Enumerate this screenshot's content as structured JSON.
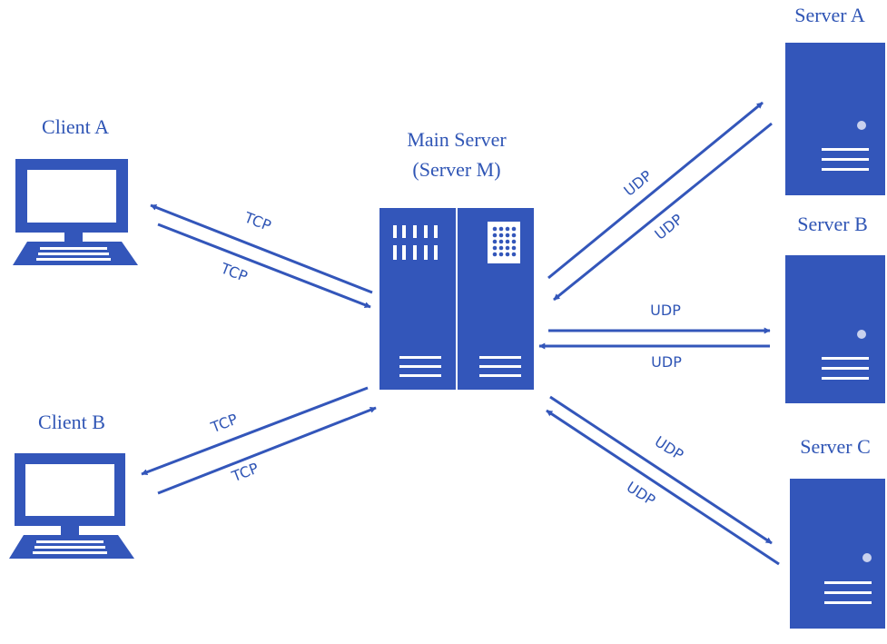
{
  "colors": {
    "accent": "#3356ba",
    "text": "#2f55b5",
    "detail": "#ffffff",
    "led": "#c9d1ee"
  },
  "nodes": {
    "client_a": {
      "label": "Client A",
      "icon": "laptop-icon"
    },
    "client_b": {
      "label": "Client B",
      "icon": "laptop-icon"
    },
    "main_server": {
      "label_line1": "Main Server",
      "label_line2": "(Server M)",
      "icon": "server-rack-icon"
    },
    "server_a": {
      "label": "Server A",
      "icon": "server-tower-icon"
    },
    "server_b": {
      "label": "Server B",
      "icon": "server-tower-icon"
    },
    "server_c": {
      "label": "Server C",
      "icon": "server-tower-icon"
    }
  },
  "edges": [
    {
      "id": "clientA-to-main",
      "label": "TCP"
    },
    {
      "id": "main-to-clientA",
      "label": "TCP"
    },
    {
      "id": "clientB-to-main",
      "label": "TCP"
    },
    {
      "id": "main-to-clientB",
      "label": "TCP"
    },
    {
      "id": "main-to-serverA",
      "label": "UDP"
    },
    {
      "id": "serverA-to-main",
      "label": "UDP"
    },
    {
      "id": "main-to-serverB",
      "label": "UDP"
    },
    {
      "id": "serverB-to-main",
      "label": "UDP"
    },
    {
      "id": "main-to-serverC",
      "label": "UDP"
    },
    {
      "id": "serverC-to-main",
      "label": "UDP"
    }
  ]
}
